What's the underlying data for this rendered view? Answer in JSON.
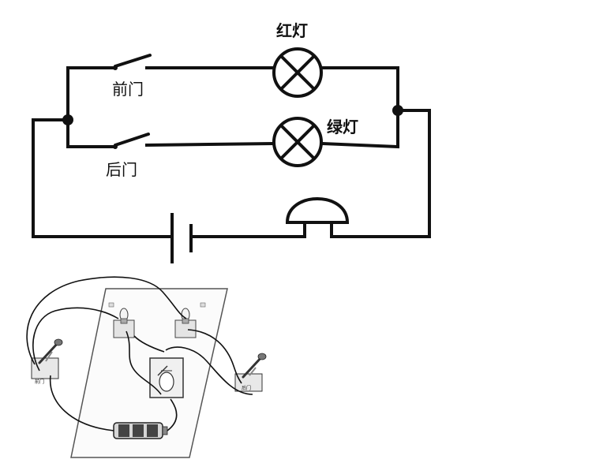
{
  "schematic": {
    "labels": {
      "red_lamp": "红灯",
      "green_lamp": "绿灯",
      "front_door": "前门",
      "back_door": "后门"
    }
  },
  "photo": {
    "labels": {
      "left_switch": "前门",
      "right_switch": "后门"
    }
  }
}
